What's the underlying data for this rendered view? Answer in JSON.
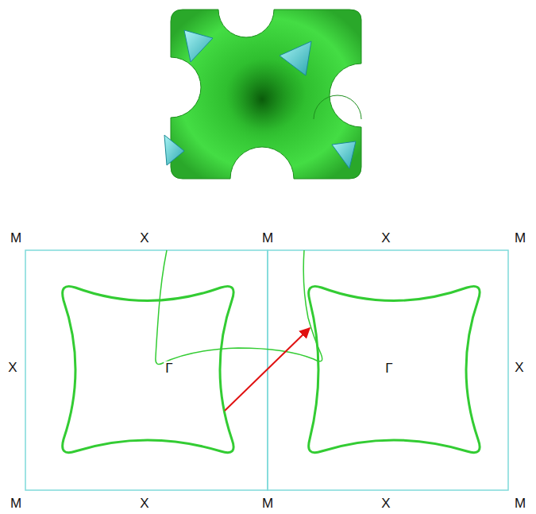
{
  "diagram": {
    "labels": [
      "M",
      "X",
      "M",
      "X",
      "M",
      "X",
      "Γ",
      "Γ",
      "X",
      "M",
      "X",
      "M",
      "X",
      "M"
    ]
  }
}
